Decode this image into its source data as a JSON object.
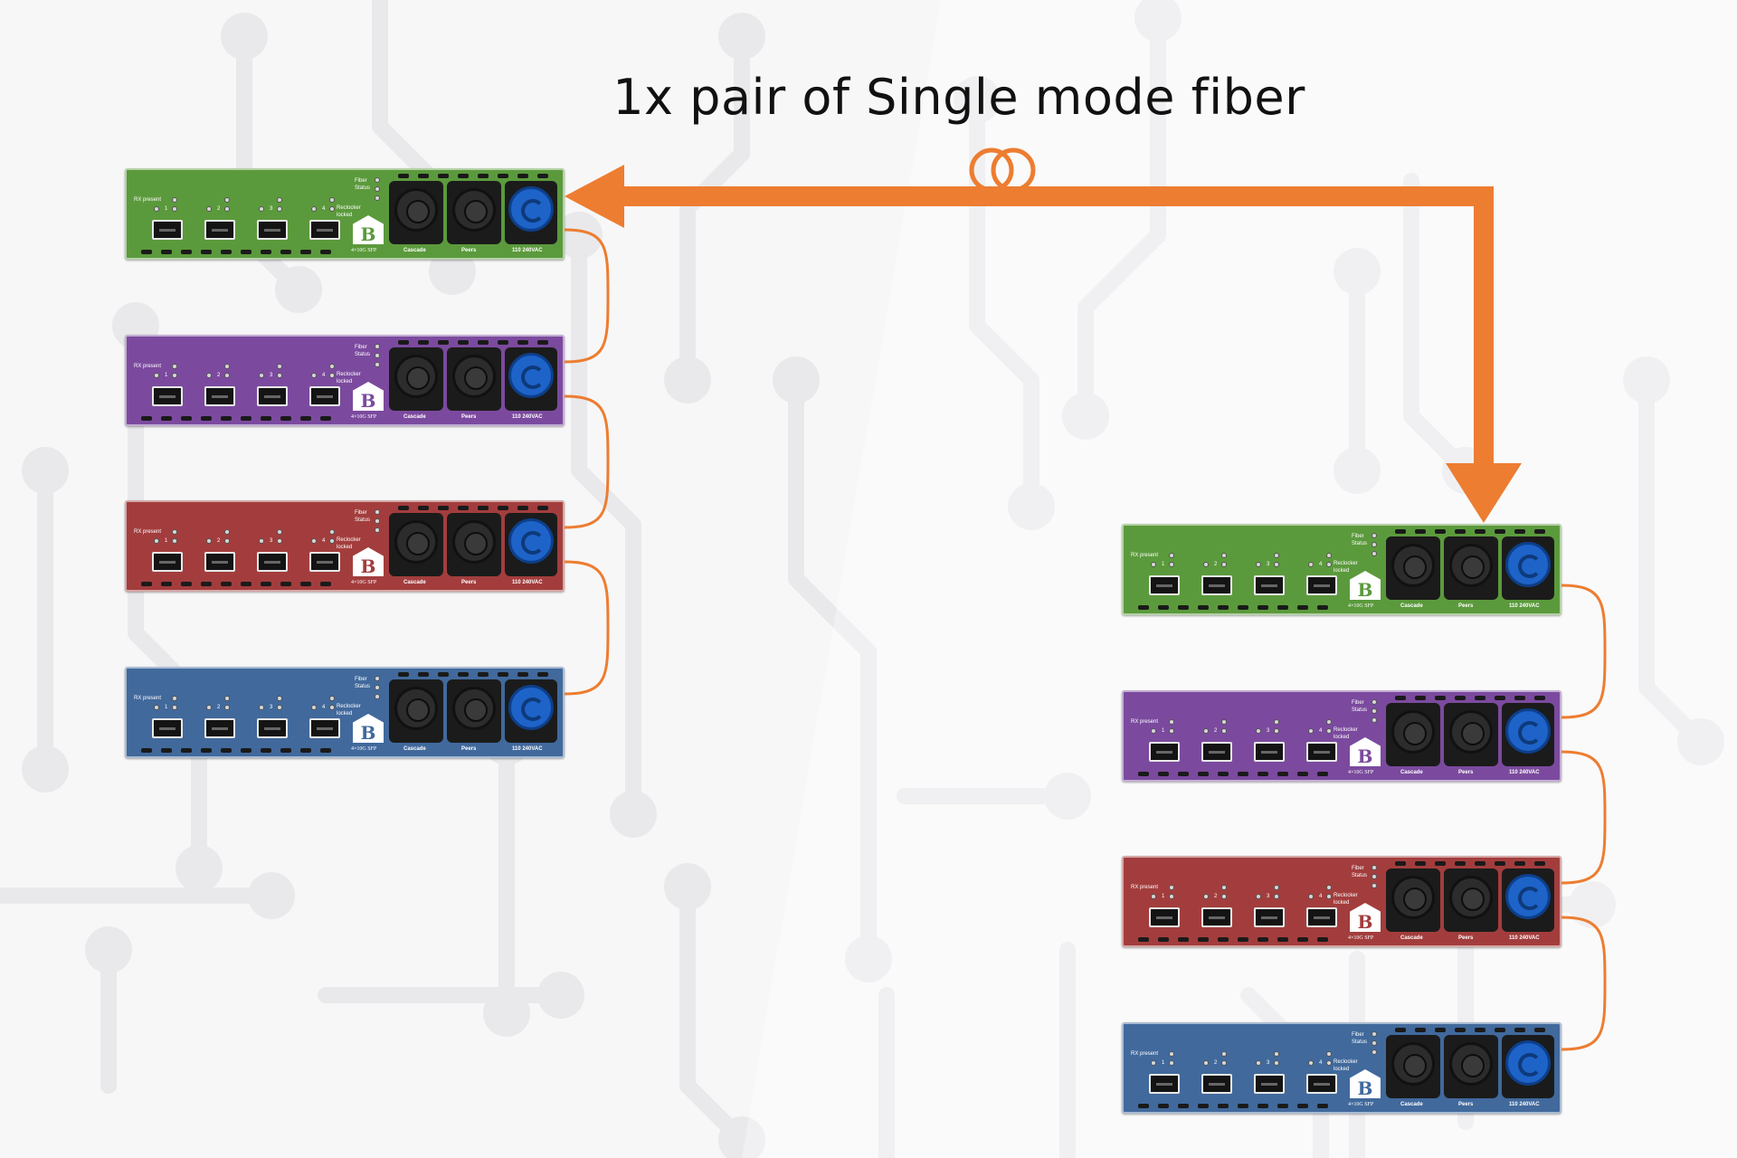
{
  "caption": "1x pair of Single mode fiber",
  "colors": {
    "fiber": "#ed7d31",
    "green": "#5b9a3c",
    "purple": "#7b4a9e",
    "red": "#a33d3d",
    "blue": "#41699c"
  },
  "unit_labels": {
    "rx": "RX present",
    "fiber": "Fiber",
    "status": "Status",
    "reclocker": "Reclocker",
    "locked": "locked",
    "logo": "B",
    "model": "4×10G SFP",
    "cascade": "Cascade",
    "peers": "Peers",
    "power": "110 240VAC",
    "ports": [
      "1",
      "2",
      "3",
      "4"
    ]
  },
  "stacks": [
    {
      "name": "left-stack",
      "units": [
        "green",
        "purple",
        "red",
        "blue"
      ]
    },
    {
      "name": "right-stack",
      "units": [
        "green",
        "purple",
        "red",
        "blue"
      ]
    }
  ]
}
